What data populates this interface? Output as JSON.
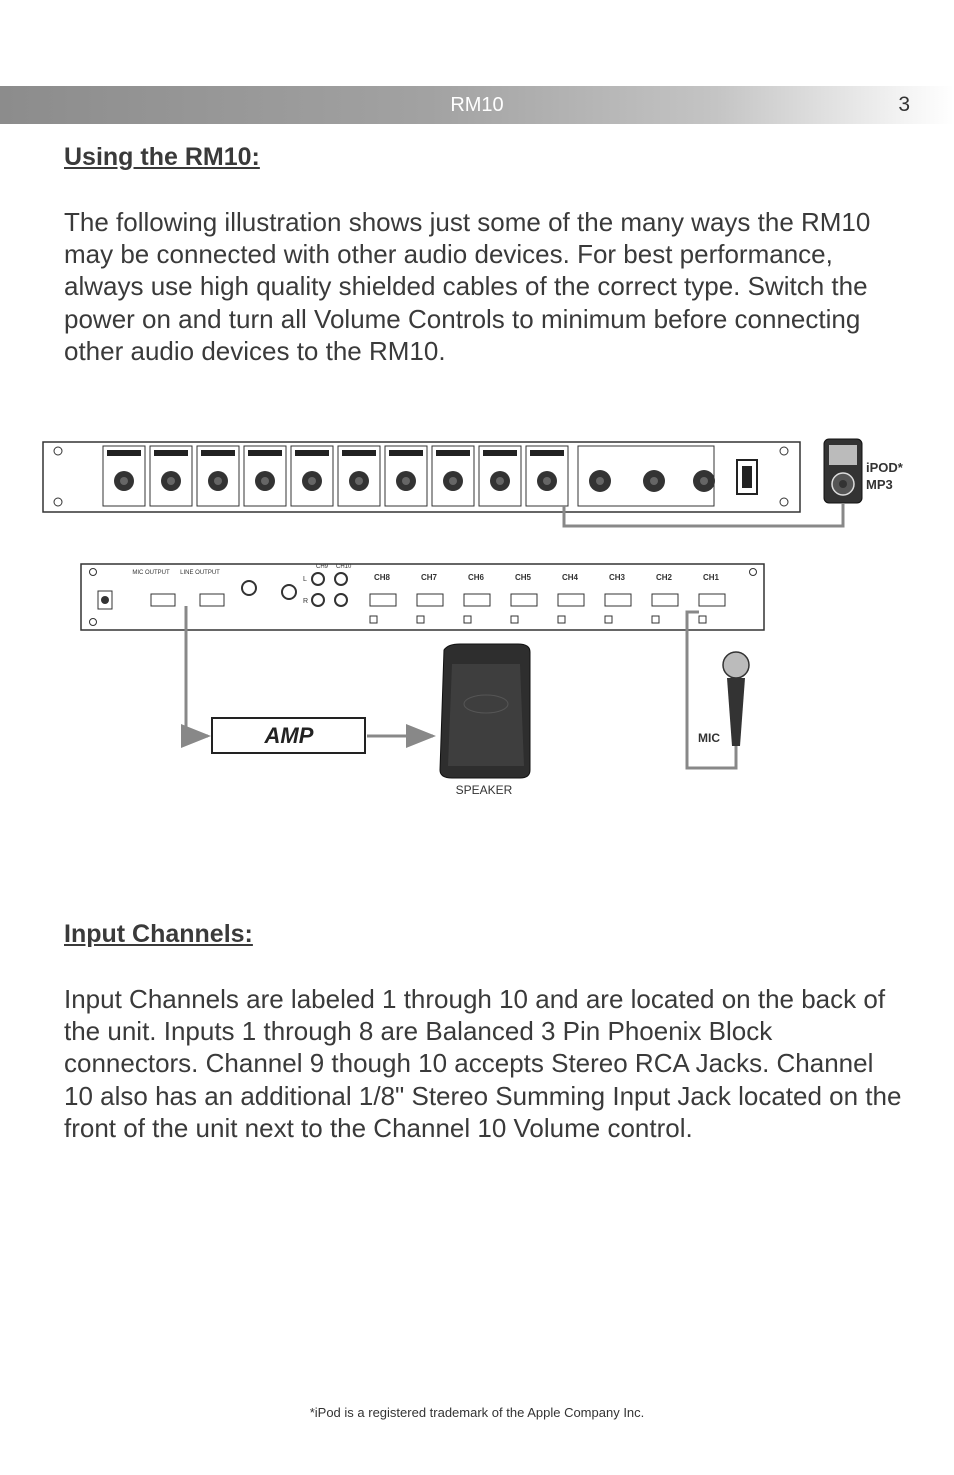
{
  "header": {
    "title": "RM10",
    "page_number": "3"
  },
  "section1": {
    "heading": "Using the RM10:",
    "body": "The following illustration shows just some of the many ways the RM10 may be connected with other audio devices. For best performance, always use high quality shielded cables of the correct type. Switch the power on and turn all Volume Controls to minimum before connecting other audio devices to the RM10."
  },
  "diagram": {
    "ipod_label": "iPOD*",
    "mp3_label": "MP3",
    "rear_labels": {
      "mic_output": "MIC\nOUTPUT",
      "line_output": "LINE\nOUTPUT",
      "channels": [
        "CH8",
        "CH7",
        "CH6",
        "CH5",
        "CH4",
        "CH3",
        "CH2",
        "CH1"
      ],
      "ch9": "CH9",
      "ch10": "CH10",
      "left": "L",
      "right": "R"
    },
    "amp_label": "AMP",
    "speaker_label": "SPEAKER",
    "mic_label": "MIC"
  },
  "section2": {
    "heading": "Input Channels:",
    "body": "Input Channels are labeled 1 through 10 and are located on the back of the unit. Inputs 1 through 8 are Balanced 3 Pin Phoenix Block connectors. Channel 9 though 10 accepts Stereo RCA Jacks. Channel 10 also has an additional 1/8\" Stereo Summing Input Jack located on the front of the unit next to the Channel 10 Volume control."
  },
  "footnote": "*iPod is a registered trademark of the Apple Company Inc."
}
